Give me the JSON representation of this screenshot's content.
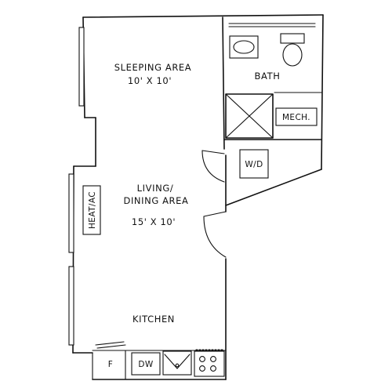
{
  "rooms": {
    "sleeping": {
      "name": "SLEEPING AREA",
      "dims": "10' X 10'"
    },
    "bath": {
      "name": "BATH"
    },
    "mech": {
      "name": "MECH."
    },
    "wd": {
      "name": "W/D"
    },
    "living": {
      "name_line1": "LIVING/",
      "name_line2": "DINING AREA",
      "dims": "15' X 10'"
    },
    "heat": {
      "name": "HEAT/AC"
    },
    "kitchen": {
      "name": "KITCHEN"
    }
  },
  "appliances": {
    "fridge": "F",
    "dishwasher": "DW"
  }
}
